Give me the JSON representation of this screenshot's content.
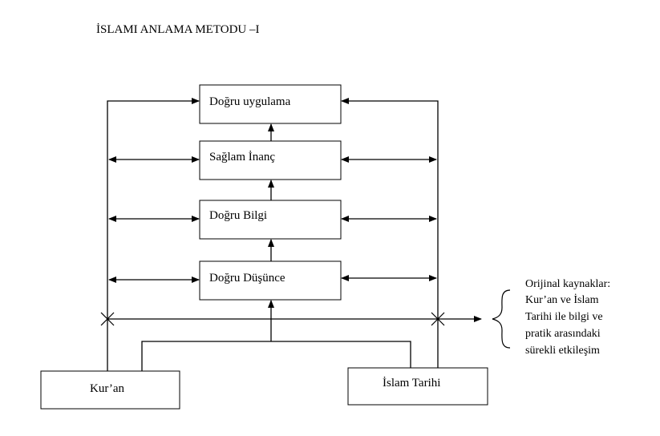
{
  "title": "İSLAMI ANLAMA METODU –I",
  "boxes": {
    "dogru_uygulama": "Doğru uygulama",
    "saglam_inanc": "Sağlam İnanç",
    "dogru_bilgi": "Doğru Bilgi",
    "dogru_dusunce": "Doğru Düşünce",
    "kuran": "Kur’an",
    "islam_tarihi": "İslam Tarihi"
  },
  "note": {
    "lines": [
      "Orijinal kaynaklar:",
      "Kur’an ve İslam",
      "Tarihi ile bilgi ve",
      "pratik arasındaki",
      "sürekli etkileşim"
    ]
  },
  "colors": {
    "stroke": "#000000",
    "background": "#ffffff"
  }
}
